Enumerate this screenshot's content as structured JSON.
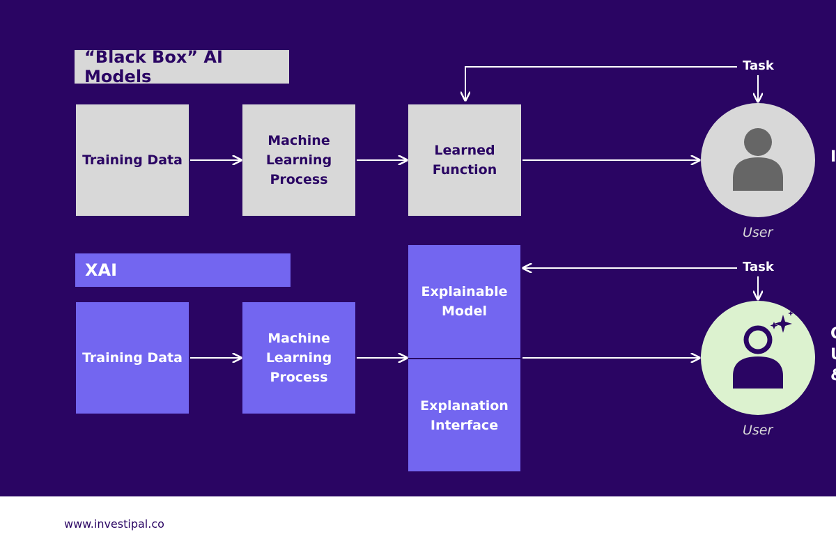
{
  "black_box": {
    "heading": "“Black Box” AI Models",
    "training_data": "Training Data",
    "ml_process": "Machine Learning Process",
    "learned_function": "Learned Function",
    "task": "Task",
    "user": "User",
    "right_edge_text": "I"
  },
  "xai": {
    "heading": "XAI",
    "training_data": "Training Data",
    "ml_process": "Machine Learning Process",
    "explainable_model": "Explainable Model",
    "explanation_interface": "Explanation Interface",
    "task": "Task",
    "user": "User",
    "right_edge_text": [
      "C",
      "U",
      "&"
    ]
  },
  "footer": {
    "url": "www.investipal.co"
  },
  "colors": {
    "background": "#2a0563",
    "gray_box": "#d8d8d8",
    "violet_box": "#7366f0",
    "user_happy_bg": "#dcf2cf",
    "icon_gray": "#666666"
  },
  "icons": {
    "user_black_box": "user-icon",
    "user_xai": "user-icon",
    "sparkle": "sparkle-icon"
  }
}
